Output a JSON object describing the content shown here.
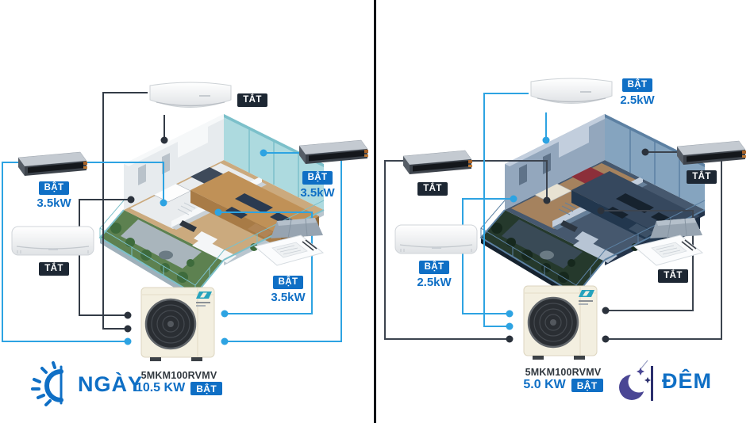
{
  "colors": {
    "accent_blue": "#0f6fc5",
    "line_blue": "#2da3e2",
    "line_dark": "#333b46",
    "badge_on_bg": "#0f6fc5",
    "badge_off_bg": "#1d2733",
    "moon_purple": "#4a4694"
  },
  "day": {
    "mode": "NGÀY",
    "mode_icon": "sun-icon",
    "outdoor": {
      "model": "5MKM100RVMV",
      "capacity": "10.5 KW",
      "status": "BẬT"
    },
    "units": {
      "emura": {
        "type": "wall-mounted-curved",
        "status": "TẮT"
      },
      "duct_left": {
        "type": "ducted",
        "status": "BẬT",
        "power": "3.5kW"
      },
      "duct_right": {
        "type": "ducted",
        "status": "BẬT",
        "power": "3.5kW"
      },
      "wall": {
        "type": "wall-mounted",
        "status": "TẮT"
      },
      "cassette": {
        "type": "ceiling-cassette",
        "status": "BẬT",
        "power": "3.5kW"
      }
    }
  },
  "night": {
    "mode": "ĐÊM",
    "mode_icon": "moon-icon",
    "outdoor": {
      "model": "5MKM100RVMV",
      "capacity": "5.0 KW",
      "status": "BẬT"
    },
    "units": {
      "emura": {
        "type": "wall-mounted-curved",
        "status": "BẬT",
        "power": "2.5kW"
      },
      "duct_left": {
        "type": "ducted",
        "status": "TẮT"
      },
      "duct_right": {
        "type": "ducted",
        "status": "TẮT"
      },
      "wall": {
        "type": "wall-mounted",
        "status": "BẬT",
        "power": "2.5kW"
      },
      "cassette": {
        "type": "ceiling-cassette",
        "status": "TẮT"
      }
    }
  }
}
